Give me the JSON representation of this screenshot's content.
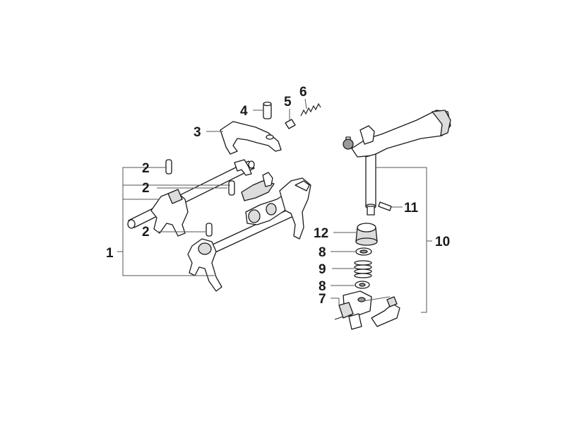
{
  "callouts": {
    "c1": "1",
    "c2a": "2",
    "c2b": "2",
    "c2c": "2",
    "c3": "3",
    "c4": "4",
    "c5": "5",
    "c6": "6",
    "c7": "7",
    "c8a": "8",
    "c8b": "8",
    "c9": "9",
    "c10": "10",
    "c11": "11",
    "c12": "12"
  }
}
